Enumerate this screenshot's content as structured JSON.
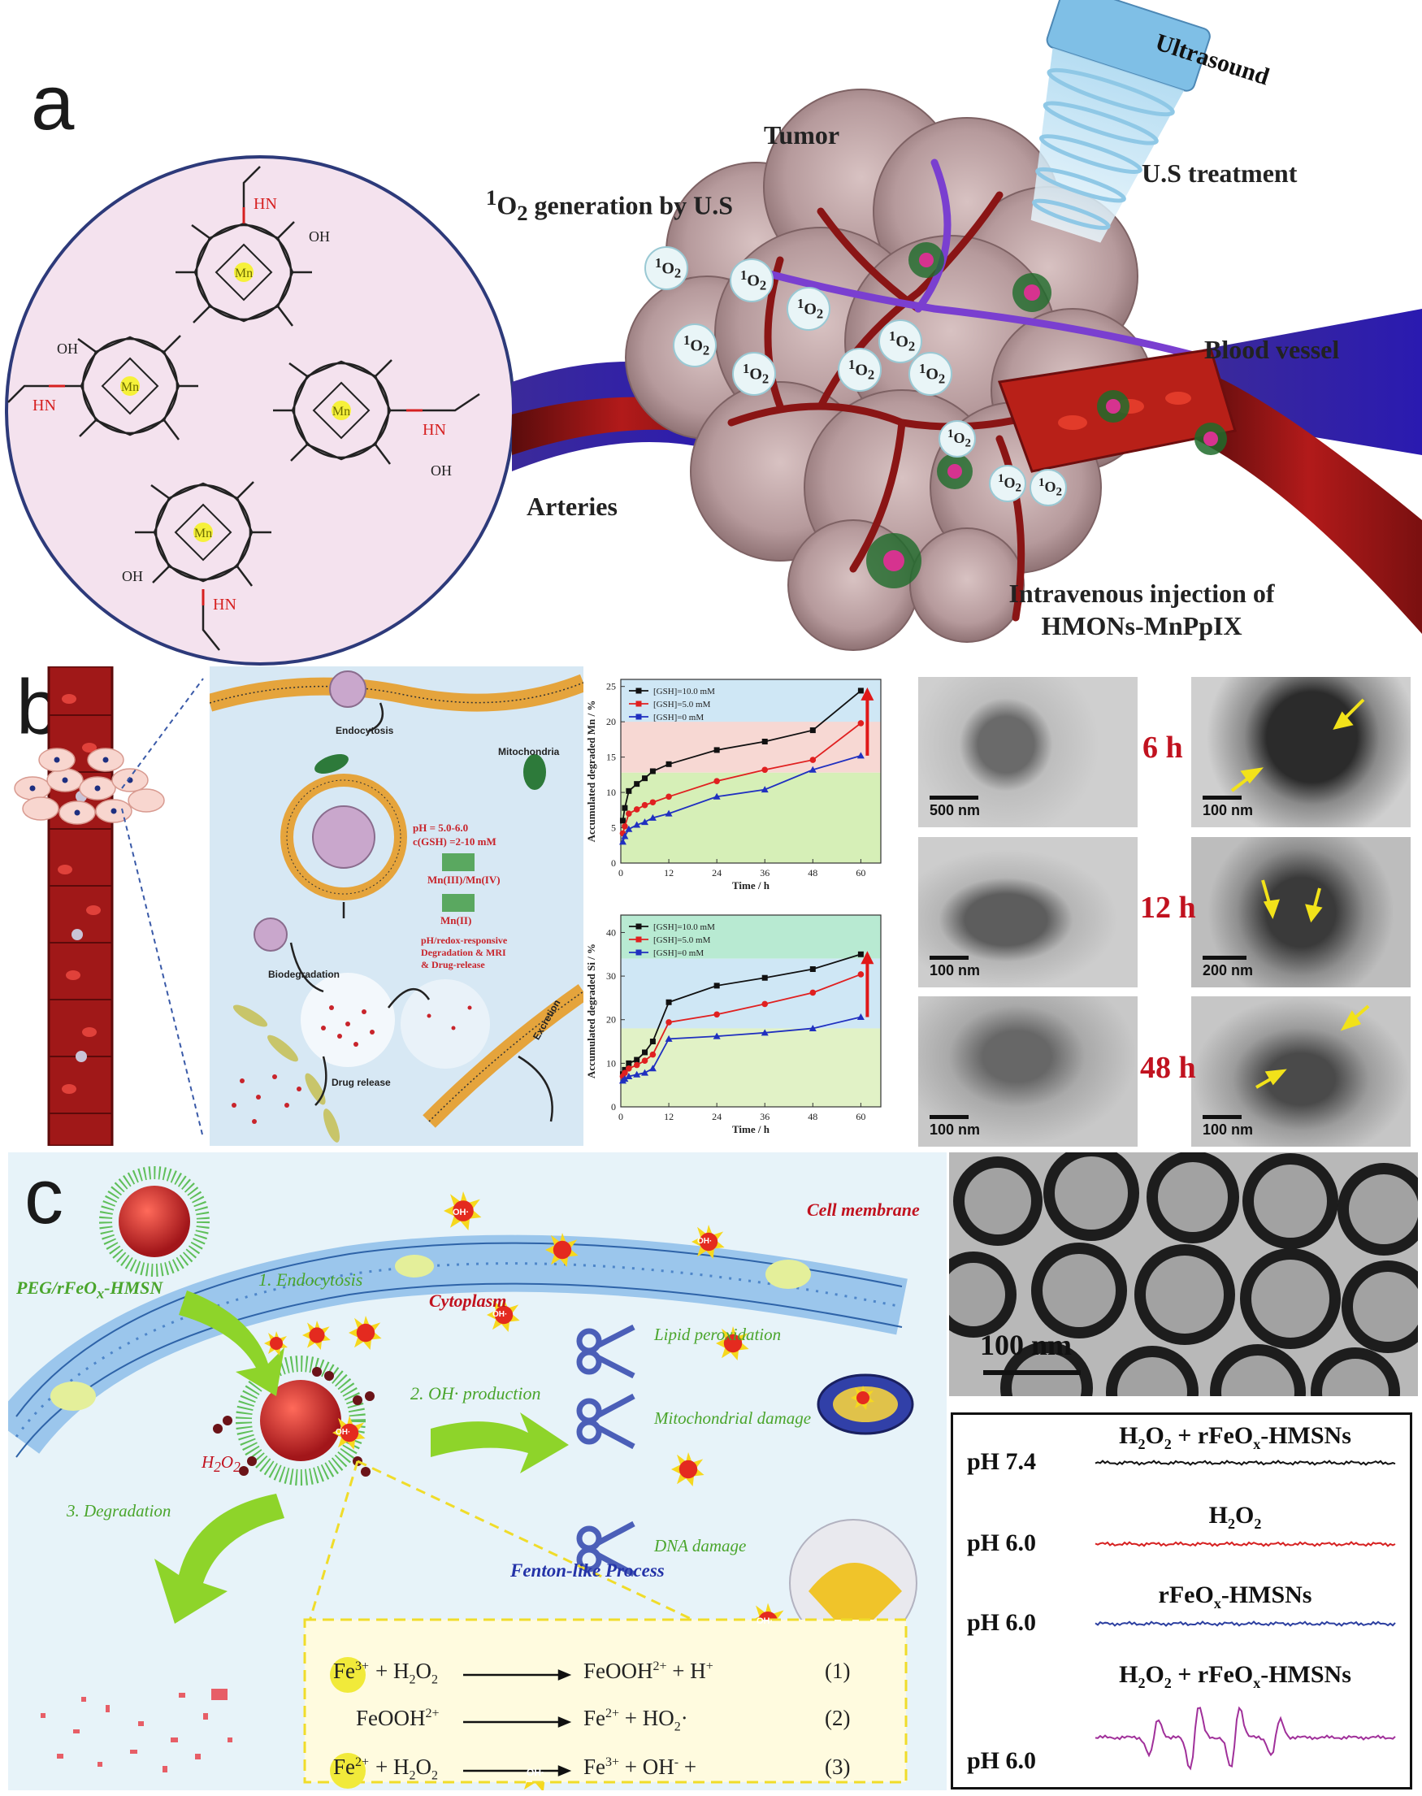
{
  "panel_a": {
    "letter": "a",
    "tumor": "Tumor",
    "o2_gen": "O",
    "o2_gen_sup": "1",
    "o2_gen_sub": "2",
    "o2_gen_tail": " generation by U.S",
    "ultrasound": "Ultrasound",
    "us_treatment": "U.S treatment",
    "blood_vessel": "Blood vessel",
    "arteries": "Arteries",
    "injection_1": "Intravenous injection of",
    "injection_2": "HMONs-MnPpIX",
    "o2_bubble": "O",
    "o2_bubble_sup": "1",
    "o2_bubble_sub": "2",
    "metal": "Mn",
    "amide": "HN",
    "acid": "OH"
  },
  "panel_b": {
    "letter": "b",
    "endocytosis": "Endocytosis",
    "mitochondria": "Mitochondria",
    "cond_1": "pH = 5.0-6.0",
    "cond_2": "c(GSH) =2-10 mM",
    "mn_1": "Mn(III)/Mn(IV)",
    "mn_2": "Mn(II)",
    "resp_1": "pH/redox-responsive",
    "resp_2": "Degradation & MRI",
    "resp_3": "& Drug-release",
    "biodegradation": "Biodegradation",
    "drug_release": "Drug release",
    "excretion": "Excretion",
    "tem": [
      {
        "scale": "500 nm"
      },
      {
        "scale": "100 nm"
      },
      {
        "scale": "100 nm"
      },
      {
        "scale": "200 nm"
      },
      {
        "scale": "100 nm"
      },
      {
        "scale": "100 nm"
      }
    ],
    "times": [
      "6 h",
      "12 h",
      "48 h"
    ]
  },
  "panel_c": {
    "letter": "c",
    "peg": "PEG/rFeO",
    "peg_sub": "x",
    "peg_tail": "-HMSN",
    "cell_membrane": "Cell membrane",
    "step1": "1. Endocytosis",
    "cytoplasm": "Cytoplasm",
    "step2": "2. OH· production",
    "lipid": "Lipid peroxidation",
    "mito": "Mitochondrial damage",
    "dna": "DNA damage",
    "h2o2": "H",
    "h2o2_sub": "2",
    "h2o2_mid": "O",
    "step3": "3. Degradation",
    "fenton": "Fenton-like Process",
    "oh_badge": "OH·",
    "eq1_ion": "Fe",
    "eq1_ion_sup": "3+",
    "eq1_left": "+ H",
    "eq1_left_sub": "2",
    "eq1_left_tail": "O",
    "eq1_left_sub2": "2",
    "eq1_right": "FeOOH",
    "eq1_right_sup": "2+",
    "eq1_right_tail": " + H",
    "eq1_right_sup2": "+",
    "eq1_num": "(1)",
    "eq2_left": "FeOOH",
    "eq2_left_sup": "2+",
    "eq2_right": "Fe",
    "eq2_right_sup": "2+",
    "eq2_right_tail": " + HO",
    "eq2_right_sub": "2",
    "eq2_right_dot": "·",
    "eq2_num": "(2)",
    "eq3_ion": "Fe",
    "eq3_ion_sup": "2+",
    "eq3_left": "+ H",
    "eq3_left_sub": "2",
    "eq3_left_tail": "O",
    "eq3_left_sub2": "2",
    "eq3_right": "Fe",
    "eq3_right_sup": "3+",
    "eq3_right_tail": " + OH",
    "eq3_right_sup2": "-",
    "eq3_right_plus": " +",
    "eq3_num": "(3)",
    "tem_scale": "100 nm",
    "epr": [
      {
        "ph": "pH 7.4",
        "title": "H2O2 + rFeOx-HMSNs",
        "color": "#111111"
      },
      {
        "ph": "pH 6.0",
        "title": "H2O2",
        "color": "#d62020"
      },
      {
        "ph": "pH 6.0",
        "title": "rFeOx-HMSNs",
        "color": "#2c3fa0"
      },
      {
        "ph": "pH 6.0",
        "title": "H2O2 + rFeOx-HMSNs",
        "color": "#a0309a"
      }
    ]
  },
  "chart_data": [
    {
      "type": "line",
      "xlabel": "Time / h",
      "ylabel": "Accumulated degraded Mn / %",
      "xlim": [
        0,
        65
      ],
      "ylim": [
        0,
        26
      ],
      "xticks": [
        0,
        12,
        24,
        36,
        48,
        60
      ],
      "yticks": [
        0,
        5,
        10,
        15,
        20,
        25
      ],
      "legend": "top-left",
      "series": [
        {
          "name": "[GSH]=10.0 mM",
          "color": "#111111",
          "marker": "square",
          "x": [
            0.5,
            1,
            2,
            4,
            6,
            8,
            12,
            24,
            36,
            48,
            60
          ],
          "y": [
            6.0,
            7.8,
            10.2,
            11.2,
            12.0,
            13.0,
            14.0,
            16.0,
            17.2,
            18.8,
            24.4
          ]
        },
        {
          "name": "[GSH]=5.0 mM",
          "color": "#e02020",
          "marker": "circle",
          "x": [
            0.5,
            1,
            2,
            4,
            6,
            8,
            12,
            24,
            36,
            48,
            60
          ],
          "y": [
            4.2,
            5.2,
            7.0,
            7.6,
            8.2,
            8.6,
            9.4,
            11.6,
            13.2,
            14.6,
            19.8
          ]
        },
        {
          "name": "[GSH]=0 mM",
          "color": "#2030c0",
          "marker": "triangle",
          "x": [
            0.5,
            1,
            2,
            4,
            6,
            8,
            12,
            24,
            36,
            48,
            60
          ],
          "y": [
            3.0,
            3.8,
            4.8,
            5.4,
            5.8,
            6.4,
            7.0,
            9.4,
            10.4,
            13.2,
            15.2
          ]
        }
      ]
    },
    {
      "type": "line",
      "xlabel": "Time / h",
      "ylabel": "Accumulated degraded Si / %",
      "xlim": [
        0,
        65
      ],
      "ylim": [
        0,
        44
      ],
      "xticks": [
        0,
        12,
        24,
        36,
        48,
        60
      ],
      "yticks": [
        0,
        10,
        20,
        30,
        40
      ],
      "legend": "top-left",
      "series": [
        {
          "name": "[GSH]=10.0 mM",
          "color": "#111111",
          "marker": "square",
          "x": [
            0.5,
            1,
            2,
            4,
            6,
            8,
            12,
            24,
            36,
            48,
            60
          ],
          "y": [
            7.5,
            8.5,
            10.0,
            10.8,
            12.5,
            15.0,
            24.0,
            27.8,
            29.6,
            31.6,
            35.0
          ]
        },
        {
          "name": "[GSH]=5.0 mM",
          "color": "#e02020",
          "marker": "circle",
          "x": [
            0.5,
            1,
            2,
            4,
            6,
            8,
            12,
            24,
            36,
            48,
            60
          ],
          "y": [
            7.0,
            7.8,
            8.8,
            9.6,
            10.6,
            12.0,
            19.4,
            21.2,
            23.6,
            26.2,
            30.4
          ]
        },
        {
          "name": "[GSH]=0 mM",
          "color": "#2030c0",
          "marker": "triangle",
          "x": [
            0.5,
            1,
            2,
            4,
            6,
            8,
            12,
            24,
            36,
            48,
            60
          ],
          "y": [
            6.0,
            6.4,
            7.0,
            7.4,
            7.8,
            8.8,
            15.6,
            16.2,
            17.0,
            18.0,
            20.6
          ]
        }
      ]
    }
  ]
}
